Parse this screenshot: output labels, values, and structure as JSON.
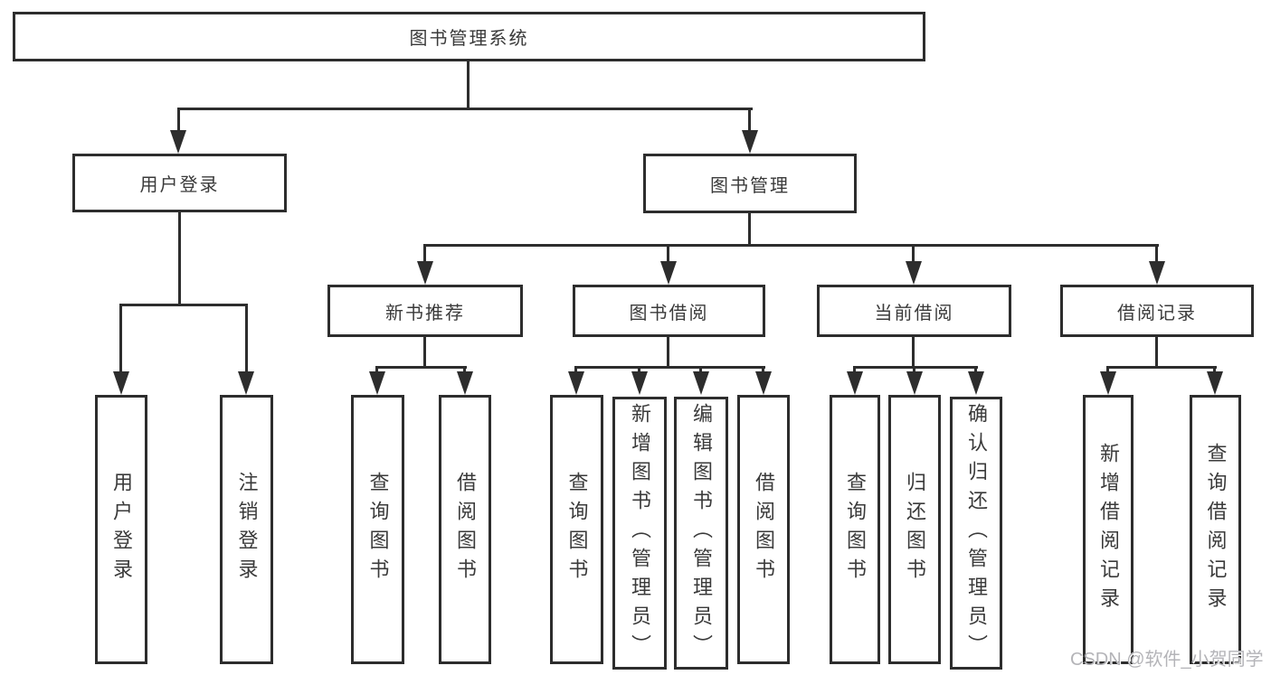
{
  "diagram": {
    "root": {
      "label": "图书管理系统"
    },
    "branches": [
      {
        "label": "用户登录",
        "children": [
          "用户登录",
          "注销登录"
        ]
      },
      {
        "label": "图书管理",
        "children": [
          {
            "label": "新书推荐",
            "children": [
              "查询图书",
              "借阅图书"
            ]
          },
          {
            "label": "图书借阅",
            "children": [
              "查询图书",
              "新增图书（管理员）",
              "编辑图书（管理员）",
              "借阅图书"
            ]
          },
          {
            "label": "当前借阅",
            "children": [
              "查询图书",
              "归还图书",
              "确认归还（管理员）"
            ]
          },
          {
            "label": "借阅记录",
            "children": [
              "新增借阅记录",
              "查询借阅记录"
            ]
          }
        ]
      }
    ]
  },
  "watermark": "CSDN @软件_小贺同学",
  "colors": {
    "line": "#2d2d2d",
    "text": "#3a3a3a",
    "background": "#ffffff",
    "watermark": "#b4b4b8"
  }
}
